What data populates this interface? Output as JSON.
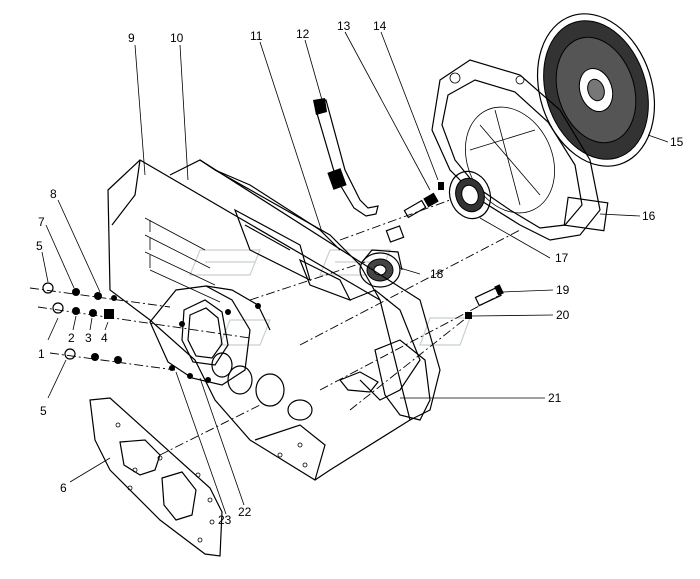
{
  "callouts": [
    "1",
    "2",
    "3",
    "4",
    "5",
    "5",
    "6",
    "7",
    "8",
    "9",
    "10",
    "11",
    "12",
    "13",
    "14",
    "15",
    "16",
    "17",
    "18",
    "19",
    "20",
    "21",
    "22",
    "23"
  ]
}
